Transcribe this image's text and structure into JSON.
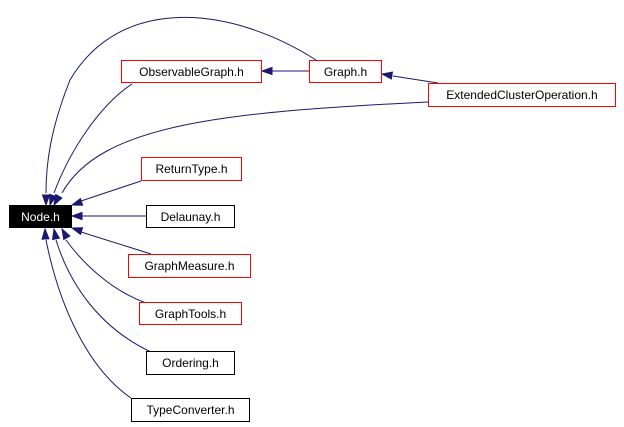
{
  "colors": {
    "edge": "#191970",
    "border_documented": "#ff0000",
    "border_undocumented": "#000000",
    "root_fill": "#000000",
    "root_text": "#ffffff"
  },
  "nodes": {
    "node_h": "Node.h",
    "observable_graph_h": "ObservableGraph.h",
    "graph_h": "Graph.h",
    "extended_cluster_operation_h": "ExtendedClusterOperation.h",
    "return_type_h": "ReturnType.h",
    "delaunay_h": "Delaunay.h",
    "graph_measure_h": "GraphMeasure.h",
    "graph_tools_h": "GraphTools.h",
    "ordering_h": "Ordering.h",
    "type_converter_h": "TypeConverter.h"
  }
}
